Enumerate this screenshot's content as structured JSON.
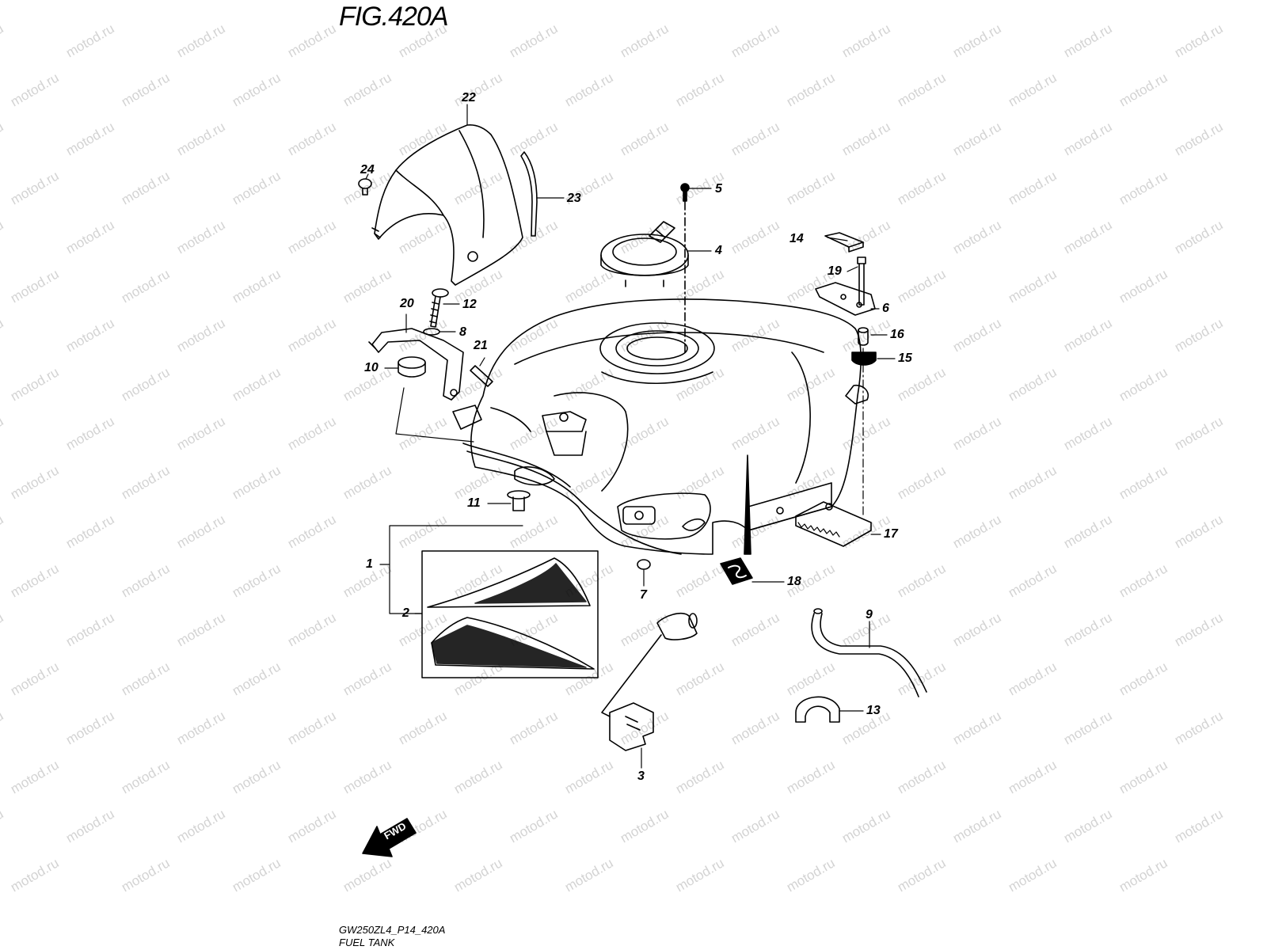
{
  "figure": {
    "title": "FIG.420A",
    "model_code": "GW250ZL4_P14_420A",
    "section_name": "FUEL TANK",
    "watermark": "motod.ru",
    "fwd_label": "FWD"
  },
  "callouts": [
    "1",
    "2",
    "3",
    "4",
    "5",
    "6",
    "7",
    "8",
    "9",
    "10",
    "11",
    "12",
    "13",
    "14",
    "15",
    "16",
    "17",
    "18",
    "19",
    "20",
    "21",
    "22",
    "23",
    "24"
  ]
}
